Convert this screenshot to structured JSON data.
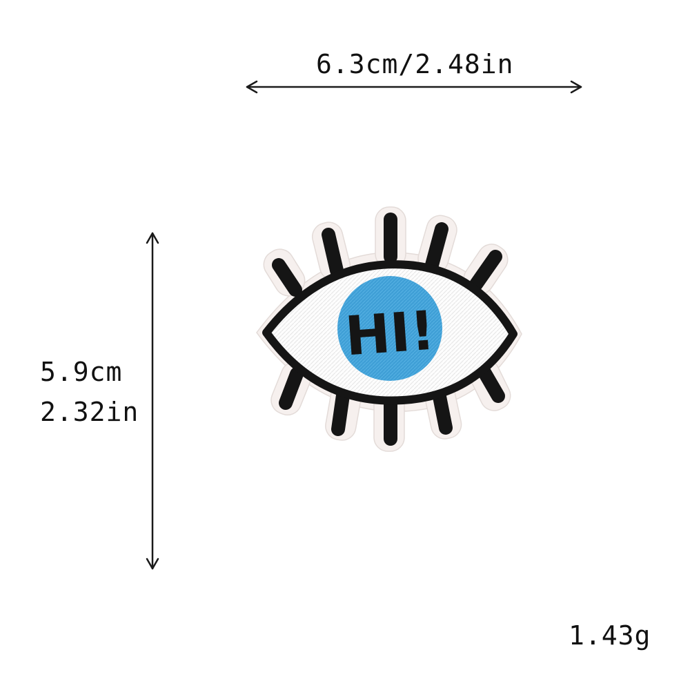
{
  "dimensions": {
    "width_label": "6.3cm/2.48in",
    "height_cm_label": "5.9cm",
    "height_in_label": "2.32in",
    "weight_label": "1.43g"
  },
  "patch": {
    "text": "HI!",
    "icon": "embroidered-eye-patch",
    "colors": {
      "outline": "#151515",
      "border": "#f6f0ee",
      "sclera": "#fdfdfd",
      "iris": "#3f9fd6"
    }
  },
  "arrows": {
    "color": "#1a1a1a"
  }
}
